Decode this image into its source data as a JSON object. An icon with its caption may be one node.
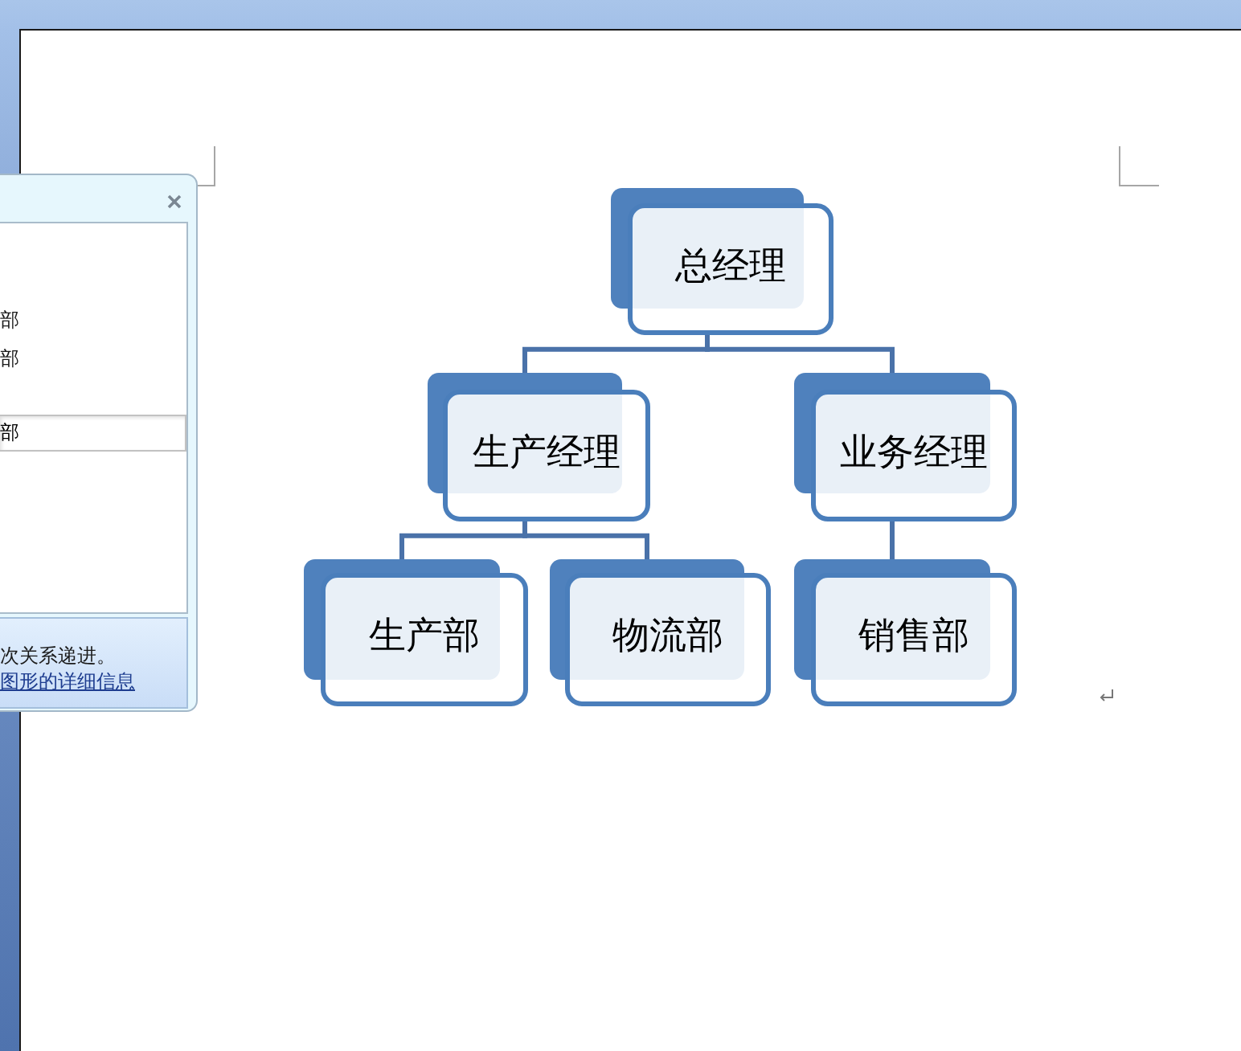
{
  "diagram": {
    "nodes": [
      {
        "text": [
          "总经理"
        ]
      },
      {
        "text": [
          "生产经理"
        ]
      },
      {
        "text": [
          "业务经理"
        ]
      },
      {
        "text": [
          "生产部"
        ]
      },
      {
        "text": [
          "物流部"
        ]
      },
      {
        "text": [
          "销售部"
        ]
      }
    ],
    "edges": [
      {
        "from": 0,
        "to": 1,
        "arrow": "none"
      },
      {
        "from": 0,
        "to": 2,
        "arrow": "none"
      },
      {
        "from": 1,
        "to": 3,
        "arrow": "none"
      },
      {
        "from": 1,
        "to": 4,
        "arrow": "none"
      },
      {
        "from": 2,
        "to": 5,
        "arrow": "none"
      }
    ],
    "labels": [
      "部",
      "部",
      "部",
      "次关系递进。",
      "图形的详细信息"
    ]
  }
}
